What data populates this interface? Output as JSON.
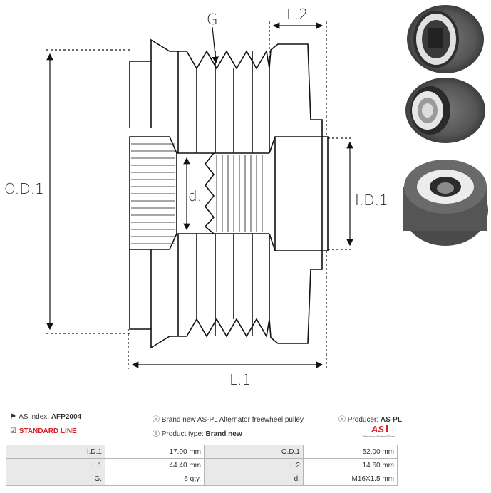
{
  "diagram": {
    "labels": {
      "g": "G",
      "l2": "L.2",
      "od1": "O.D.1",
      "id1": "I.D.1",
      "d": "d.",
      "l1": "L.1"
    }
  },
  "photos": [
    "pulley-side-view",
    "pulley-front-view",
    "pulley-angled-view"
  ],
  "info": {
    "as_index_label": "AS index:",
    "as_index_value": "AFP2004",
    "line": "STANDARD LINE",
    "description": "Brand new AS-PL Alternator freewheel pulley",
    "product_type_label": "Product type:",
    "product_type_value": "Brand new",
    "producer_label": "Producer:",
    "producer_value": "AS-PL"
  },
  "logo": {
    "text": "AS",
    "tagline": "Alternators, Starters & Parts",
    "color": "#d62027"
  },
  "specs": [
    {
      "k1": "I.D.1",
      "v1": "17.00 mm",
      "k2": "O.D.1",
      "v2": "52.00 mm"
    },
    {
      "k1": "L.1",
      "v1": "44.40 mm",
      "k2": "L.2",
      "v2": "14.60 mm"
    },
    {
      "k1": "G.",
      "v1": "6 qty.",
      "k2": "d.",
      "v2": "M16X1.5 mm"
    }
  ]
}
